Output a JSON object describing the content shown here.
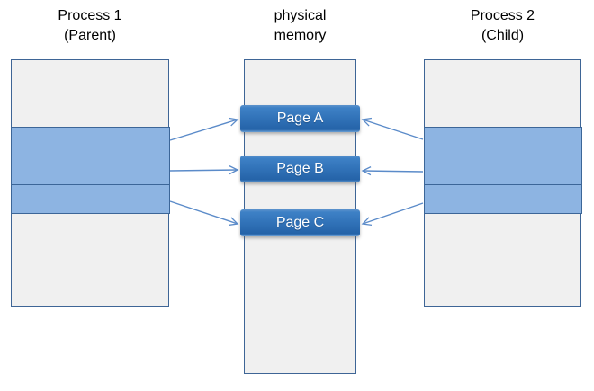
{
  "diagram": {
    "parent": {
      "title": "Process 1",
      "subtitle": "(Parent)"
    },
    "memory": {
      "title": "physical",
      "subtitle": "memory"
    },
    "child": {
      "title": "Process 2",
      "subtitle": "(Child)"
    },
    "pages": [
      {
        "label": "Page A"
      },
      {
        "label": "Page B"
      },
      {
        "label": "Page C"
      }
    ],
    "shared_band_count_per_process": 3
  },
  "colors": {
    "band_fill": "#8DB4E2",
    "band_border": "#3C6698",
    "box_border": "#3E6596",
    "box_fill": "#F0F0F0",
    "page_gradient_top": "#3E81C6",
    "page_gradient_bottom": "#2563A8",
    "page_text": "#FFFFFF",
    "arrow": "#5B8BC9",
    "title_text": "#000000"
  }
}
